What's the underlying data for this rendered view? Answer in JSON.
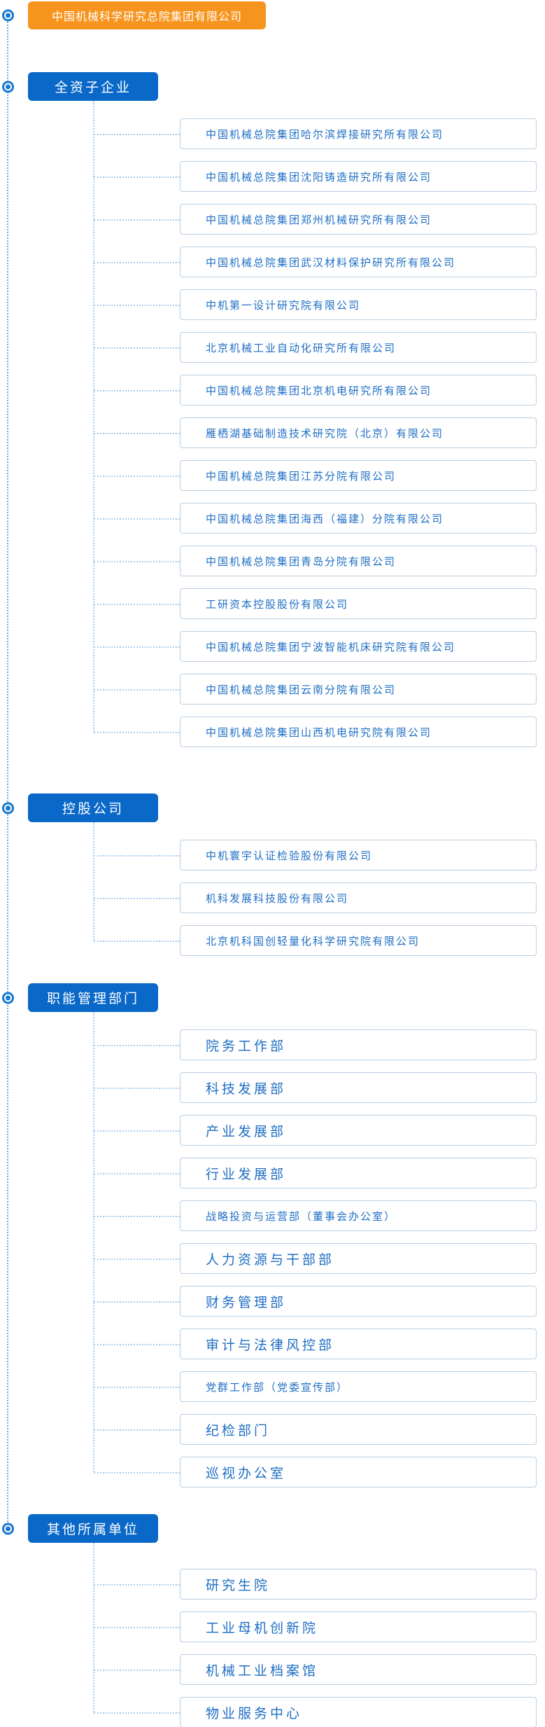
{
  "root": {
    "label": "中国机械科学研究总院集团有限公司"
  },
  "colors": {
    "root_bg": "#F7941D",
    "section_bg": "#0968C8",
    "bullet_blue": "#1778D0",
    "item_text": "#1E6EC4",
    "item_border": "#BACFE1",
    "connector": "#A8CBEF",
    "rail": "#6FA8DE"
  },
  "sections": [
    {
      "label": "全资子企业",
      "items": [
        "中国机械总院集团哈尔滨焊接研究所有限公司",
        "中国机械总院集团沈阳铸造研究所有限公司",
        "中国机械总院集团郑州机械研究所有限公司",
        "中国机械总院集团武汉材料保护研究所有限公司",
        "中机第一设计研究院有限公司",
        "北京机械工业自动化研究所有限公司",
        "中国机械总院集团北京机电研究所有限公司",
        "雁栖湖基础制造技术研究院（北京）有限公司",
        "中国机械总院集团江苏分院有限公司",
        "中国机械总院集团海西（福建）分院有限公司",
        "中国机械总院集团青岛分院有限公司",
        "工研资本控股股份有限公司",
        "中国机械总院集团宁波智能机床研究院有限公司",
        "中国机械总院集团云南分院有限公司",
        "中国机械总院集团山西机电研究院有限公司"
      ]
    },
    {
      "label": "控股公司",
      "items": [
        "中机寰宇认证检验股份有限公司",
        "机科发展科技股份有限公司",
        "北京机科国创轻量化科学研究院有限公司"
      ]
    },
    {
      "label": "职能管理部门",
      "items": [
        "院务工作部",
        "科技发展部",
        "产业发展部",
        "行业发展部",
        "战略投资与运营部（董事会办公室）",
        "人力资源与干部部",
        "财务管理部",
        "审计与法律风控部",
        "党群工作部（党委宣传部）",
        "纪检部门",
        "巡视办公室"
      ]
    },
    {
      "label": "其他所属单位",
      "items": [
        "研究生院",
        "工业母机创新院",
        "机械工业档案馆",
        "物业服务中心"
      ]
    }
  ]
}
